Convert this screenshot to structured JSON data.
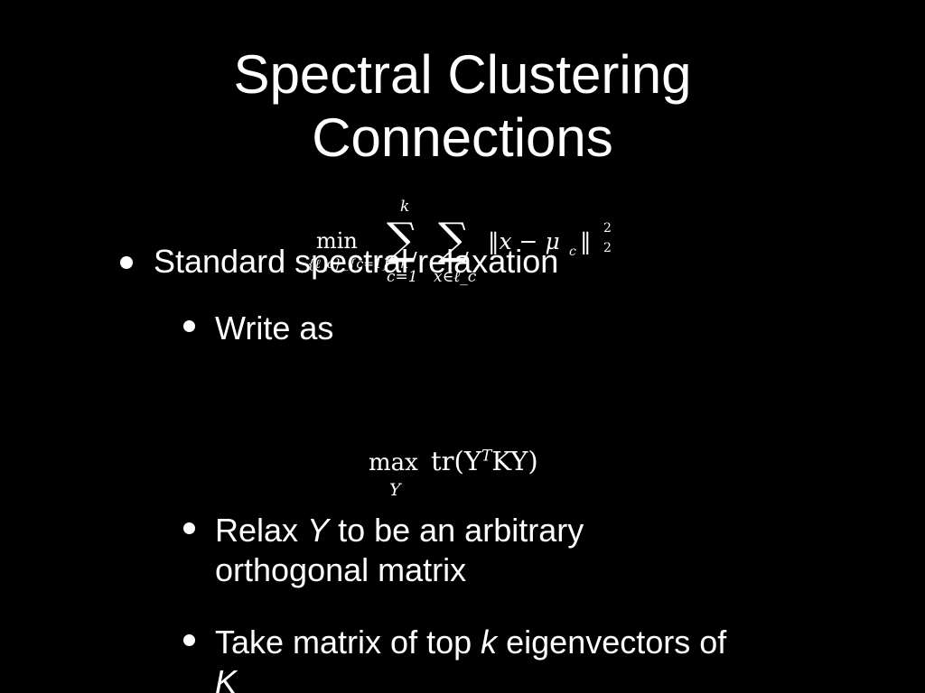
{
  "slide": {
    "title_line1": "Spectral Clustering",
    "title_line2": "Connections",
    "bullets": {
      "b1": "Standard spectral relaxation",
      "b2": "Write as",
      "b3_pre": "Relax ",
      "b3_var": "Y",
      "b3_post": " to be an arbitrary",
      "b3_line2": "orthogonal matrix",
      "b4_pre": "Take matrix of top ",
      "b4_var": "k",
      "b4_post": " eigenvectors of",
      "b4_line2": "K"
    },
    "equation1": {
      "min": "min",
      "min_sub": "{ℓ_c}_{c=1}^k",
      "sum_top": "k",
      "sum_bottom1": "c=1",
      "sum_bottom2": "x∈ℓ_c",
      "body": "‖x − μ_c‖₂²",
      "sigma": "∑",
      "norm_main": "‖x − μ",
      "norm_sub": "c",
      "norm_close": "‖",
      "norm_sup": "2",
      "norm_low": "2"
    },
    "equation2": {
      "max": "max",
      "max_sub": "Y",
      "body": "tr(Y",
      "sup": "T",
      "tail": "KY)"
    }
  }
}
